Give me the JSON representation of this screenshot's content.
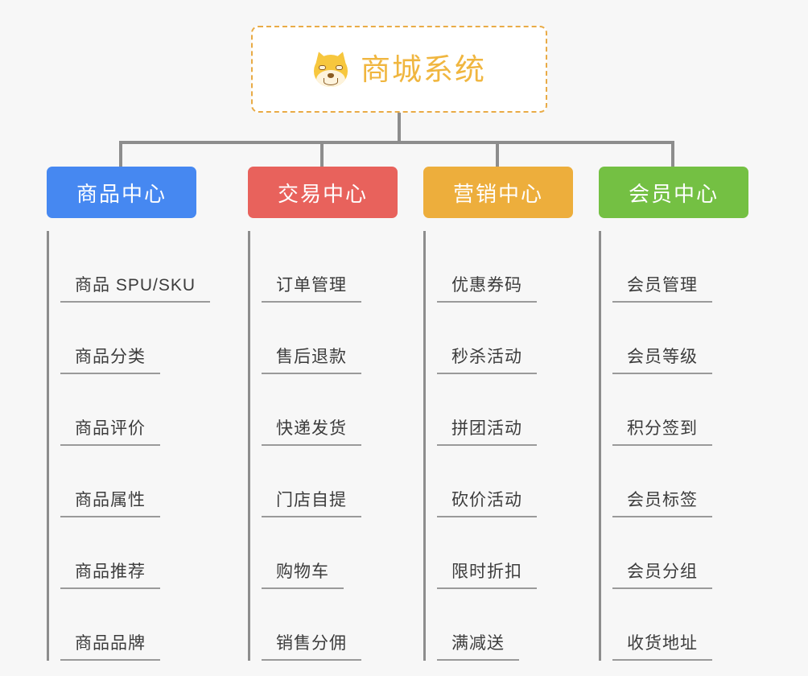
{
  "page": {
    "background_color": "#f7f7f7",
    "line_color": "#8d8d8d"
  },
  "root": {
    "title": "商城系统",
    "icon": "shiba-dog-face-icon",
    "text_color": "#f0b63f",
    "border_color": "#e9ab46",
    "background_color": "#ffffff"
  },
  "branches": [
    {
      "label": "商品中心",
      "color": "#4688f1",
      "items": [
        "商品 SPU/SKU",
        "商品分类",
        "商品评价",
        "商品属性",
        "商品推荐",
        "商品品牌"
      ]
    },
    {
      "label": "交易中心",
      "color": "#e8625c",
      "items": [
        "订单管理",
        "售后退款",
        "快递发货",
        "门店自提",
        "购物车",
        "销售分佣"
      ]
    },
    {
      "label": "营销中心",
      "color": "#edae3c",
      "items": [
        "优惠券码",
        "秒杀活动",
        "拼团活动",
        "砍价活动",
        "限时折扣",
        "满减送"
      ]
    },
    {
      "label": "会员中心",
      "color": "#74c043",
      "items": [
        "会员管理",
        "会员等级",
        "积分签到",
        "会员标签",
        "会员分组",
        "收货地址"
      ]
    }
  ]
}
